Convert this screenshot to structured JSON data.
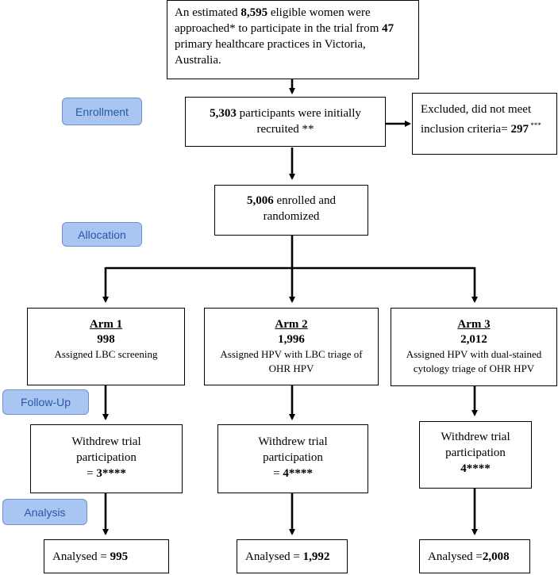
{
  "stages": {
    "enrollment": "Enrollment",
    "allocation": "Allocation",
    "followup": "Follow-Up",
    "analysis": "Analysis"
  },
  "approached": {
    "line1_pre": "An estimated ",
    "line1_num": "8,595",
    "line1_post": " eligible women were",
    "line2_pre": "approached* to participate in the trial from ",
    "line2_num": "47",
    "line3": "primary healthcare practices in Victoria,",
    "line4": "Australia."
  },
  "recruited": {
    "num": "5,303",
    "line1_post": " participants were initially",
    "line2": "recruited **"
  },
  "excluded": {
    "line1": "Excluded, did not meet",
    "line2_pre": "inclusion criteria= ",
    "num": "297",
    "sup": " ***"
  },
  "enrolled": {
    "num": "5,006",
    "line1_post": " enrolled and",
    "line2": "randomized"
  },
  "arms": [
    {
      "title": "Arm 1",
      "count": "998",
      "desc1": "Assigned LBC screening",
      "desc2": "",
      "withdrew1": "Withdrew trial",
      "withdrew2": "participation",
      "withdrew_eq": "= ",
      "withdrew_num": "3****",
      "analysed_pre": "Analysed = ",
      "analysed_num": "995"
    },
    {
      "title": "Arm 2",
      "count": "1,996",
      "desc1": "Assigned HPV with LBC triage of",
      "desc2": "OHR HPV",
      "withdrew1": "Withdrew trial",
      "withdrew2": "participation",
      "withdrew_eq": "= ",
      "withdrew_num": "4****",
      "analysed_pre": "Analysed = ",
      "analysed_num": "1,992"
    },
    {
      "title": "Arm 3",
      "count": "2,012",
      "desc1": "Assigned HPV with dual-stained",
      "desc2": "cytology triage of OHR HPV",
      "withdrew1": "Withdrew trial",
      "withdrew2": "participation",
      "withdrew_eq": "",
      "withdrew_num": "4****",
      "analysed_pre": "Analysed =",
      "analysed_num": "2,008"
    }
  ]
}
